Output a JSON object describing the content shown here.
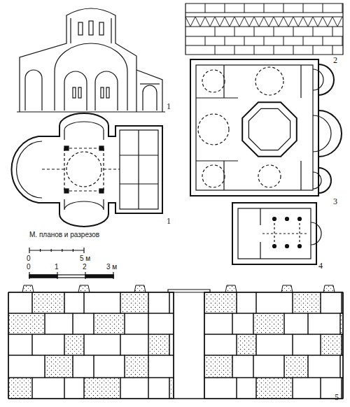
{
  "diagram": {
    "labels": [
      "1",
      "2",
      "1",
      "3",
      "4",
      "М. планов и разрезов",
      "0",
      "5 м",
      "0",
      "1",
      "2",
      "3 м",
      "5"
    ]
  }
}
